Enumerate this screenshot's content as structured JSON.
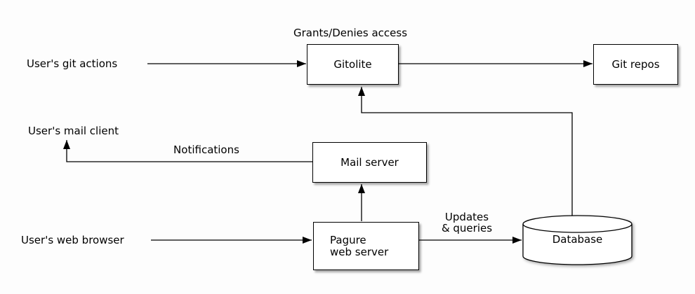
{
  "diagram": {
    "colors": {
      "background": "#fdfdfd",
      "node_fill": "#ffffff",
      "stroke": "#000000"
    },
    "nodes": {
      "gitolite": "Gitolite",
      "git_repos": "Git repos",
      "mail_server": "Mail server",
      "pagure_line1": "Pagure",
      "pagure_line2": "web server",
      "database": "Database"
    },
    "actors": {
      "git_actions": "User's git actions",
      "mail_client": "User's mail client",
      "web_browser": "User's web browser"
    },
    "edge_labels": {
      "access": "Grants/Denies access",
      "notifications": "Notifications",
      "updates_line1": "Updates",
      "updates_line2": "& queries"
    }
  }
}
